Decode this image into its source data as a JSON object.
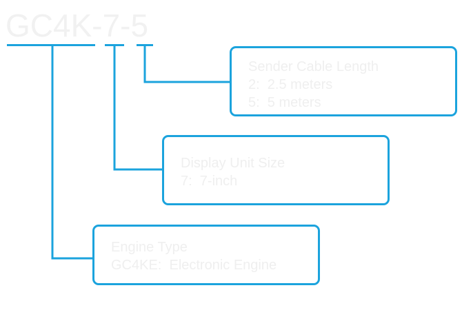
{
  "model_code": "GC4K-7-5",
  "accent_color": "#1ba3dd",
  "text_color": "#efefef",
  "callouts": {
    "cable": {
      "title": "Sender Cable Length",
      "options": [
        "2:  2.5 meters",
        "5:  5 meters"
      ]
    },
    "size": {
      "title": "Display Unit Size",
      "options": [
        "7:  7-inch"
      ]
    },
    "engine": {
      "title": "Engine Type",
      "options": [
        "GC4KE:  Electronic Engine"
      ]
    }
  }
}
